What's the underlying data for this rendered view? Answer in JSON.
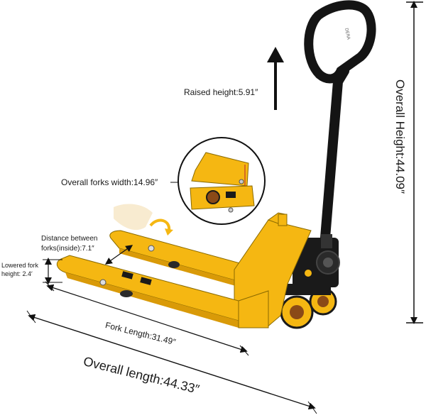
{
  "labels": {
    "raised_height": "Raised height:5.91″",
    "overall_forks_width": "Overall forks width:14.96″",
    "distance_between_line1": "Distance between",
    "distance_between_line2": "forks(inside):7.1″",
    "lowered_line1": "Lowered fork",
    "lowered_line2": "height: 2.4′",
    "fork_length": "Fork Length:31.49″",
    "overall_length": "Overall length:44.33″",
    "overall_height": "Overall Height:44.09″"
  },
  "colors": {
    "body_yellow": "#F5B712",
    "shadow_yellow": "#D99A08",
    "handle_black": "#141414",
    "wheel_brown": "#8A4A17",
    "annotation": "#111111"
  }
}
